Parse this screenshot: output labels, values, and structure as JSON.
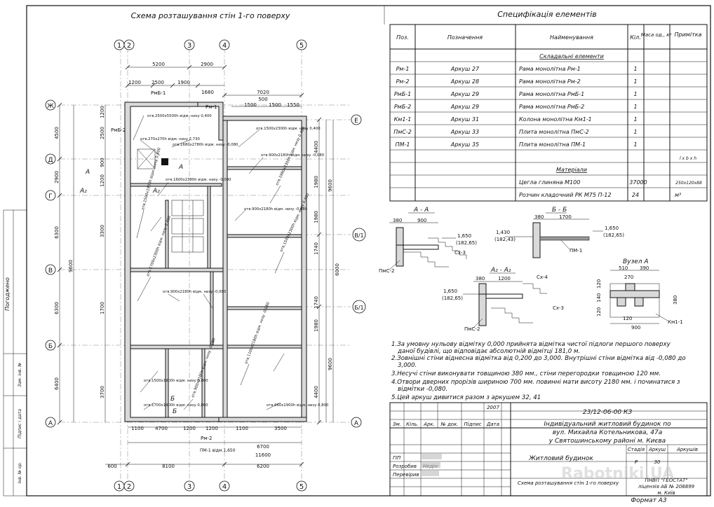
{
  "plan": {
    "title": "Схема розташування стін 1-го поверху",
    "axes_top": [
      "1",
      "2",
      "3",
      "4",
      "5"
    ],
    "axes_left": [
      "Ж",
      "Д",
      "Г",
      "В",
      "Б",
      "А"
    ],
    "axes_right": [
      "Е",
      "В/1",
      "Б/1",
      "А"
    ],
    "dims_top": [
      "5200",
      "2900",
      "1200",
      "2500",
      "1900",
      "1680",
      "7020",
      "500",
      "1500",
      "1500",
      "1550"
    ],
    "dims_bottom": [
      "600",
      "8100",
      "6200",
      "1100",
      "4700",
      "1200",
      "1200",
      "3500",
      "1100",
      "6700",
      "11600"
    ],
    "dims_left": [
      "4500",
      "2900",
      "6300",
      "6300",
      "6400",
      "9600",
      "1200",
      "2500",
      "1200",
      "900",
      "3300",
      "1700",
      "3700"
    ],
    "dims_right": [
      "4400",
      "9600",
      "6000",
      "1980",
      "1980",
      "1980",
      "1740",
      "1740",
      "4400",
      "9600"
    ],
    "openings": [
      "отв.2500х5500h відм. низу 0,400",
      "отв.270х270h відм. низу 2,730",
      "отв.1680х2780h відм. низу -0,080",
      "отв.1500х2300h відм. низу 0,400",
      "отв.900х2180h відм. низу -0,080",
      "отв.1600х2380h відм. низу -0,080",
      "отв.1980х2300h відм. низу 0,400",
      "отв.1500х1900h відм. низу 0,800",
      "отв.900х2180h відм. низу -0,080",
      "отв.1500х2300h відм. низу 0,400",
      "отв.1700х2300h відм. низу 0,400",
      "отв.900х2180h відм. низу -0,080",
      "отв.1500х1900h відм. низу 0,800",
      "отв.1700х1900h відм. низу 0,800",
      "отв.900х2180h відм. низу -0,080",
      "отв.1100х2180h відм. низу -0,080",
      "отв.660х1900h відм. низу 0,800"
    ],
    "marks": [
      "РмБ-1",
      "Рм-1",
      "РмБ-2",
      "Рм-2",
      "ПМ-1 відм.1,650",
      "A",
      "A",
      "A₂",
      "A₂",
      "Б",
      "Б"
    ]
  },
  "spec": {
    "title": "Специфікація елементів",
    "headers": [
      "Поз.",
      "Позначення",
      "Найменування",
      "Кіл.",
      "Маса од., кг",
      "Примітка"
    ],
    "section1": "Складальні елементи",
    "rows": [
      [
        "Рм-1",
        "Аркуш 27",
        "Рама монолітна Рм-1",
        "1"
      ],
      [
        "Рм-2",
        "Аркуш 28",
        "Рама монолітна Рм-2",
        "1"
      ],
      [
        "РмБ-1",
        "Аркуш 29",
        "Рама монолітна РмБ-1",
        "1"
      ],
      [
        "РмБ-2",
        "Аркуш 29",
        "Рама монолітна РмБ-2",
        "1"
      ],
      [
        "Км1-1",
        "Аркуш 31",
        "Колона монолітна Км1-1",
        "1"
      ],
      [
        "ПмС-2",
        "Аркуш 33",
        "Плита монолітна ПмС-2",
        "1"
      ],
      [
        "ПМ-1",
        "Аркуш 35",
        "Плита монолітна ПМ-1",
        "1"
      ]
    ],
    "lbh": "l x b x h",
    "section2": "Матеріали",
    "materials": [
      [
        "Цегла глиняна М100",
        "37000",
        "250х120х88"
      ],
      [
        "Розчин кладочний РК М75 П-12",
        "24",
        "м³"
      ]
    ]
  },
  "sections": {
    "aa": {
      "title": "А - А",
      "d1": "380",
      "d2": "900",
      "el": "1,650",
      "el2": "(182,65)",
      "m1": "Сх-3",
      "m2": "ПмС-2"
    },
    "bb": {
      "title": "Б - Б",
      "d1": "380",
      "d2": "1700",
      "el": "1,430",
      "el2": "(182,43)",
      "el3": "1,650",
      "el4": "(182,65)",
      "m1": "ПМ-1"
    },
    "a2": {
      "title": "А₂ - А₂",
      "d1": "380",
      "d2": "1200",
      "el": "1,650",
      "el2": "(182,65)",
      "m1": "Сх-4",
      "m2": "Сх-3",
      "m3": "ПмС-2"
    },
    "node": {
      "title": "Вузел А",
      "d1": "510",
      "d2": "390",
      "d3": "270",
      "d4": "120",
      "d5": "900",
      "d6": "120",
      "d7": "140",
      "d8": "120",
      "d9": "380",
      "m1": "Км1-1"
    }
  },
  "notes": [
    "1.За умовну нульову відмітку 0,000 прийнята відмітка чистої підлоги першого поверху",
    "даної будівлі, що відповідає абсолютній відмітці 181,0 м.",
    "2.Зовнішні стіни віднесна відмітка від 0,200 до 3,000. Внутрішні стіни відмітка від -0,080 до",
    "3,000.",
    "3.Несучі стіни виконувати товщиною 380 мм., стіни перегородки товщиною 120 мм.",
    "4.Отвори дверних прорізів шириною 700 мм. повинні мати висоту 2180 мм. і починатися з",
    "відмітки -0,080.",
    "5.Цей аркуш дивитися разом з аркушем 32, 41"
  ],
  "stamp": {
    "year": "2007",
    "code": "23/12-06-00 КЗ",
    "cols": [
      "Зм.",
      "Кіль.",
      "Арк.",
      "№ док.",
      "Підпис",
      "Дата"
    ],
    "project1": "Індивідуальний житловий будинок по",
    "project2": "вул. Михайла Котельникова, 47а",
    "project3": "у Святошинському районі м. Києва",
    "gip": "ГІП",
    "razrob": "Розробив",
    "razrob_name": "Недін",
    "perev": "Перевірив",
    "object": "Житловий будинок",
    "stadia_h": "Стадія",
    "arkush_h": "Аркуш",
    "arkushiv_h": "Аркушів",
    "stadia": "Р",
    "arkush": "30",
    "sheet_title": "Схема розташування стін 1-го поверху",
    "org1": "ПНВП \"ГЕОСТАТ\"",
    "org2": "ліцензія АБ № 208899",
    "org3": "м. Київ",
    "format": "Формат А3"
  },
  "side": {
    "pogodzheno": "Погоджено",
    "inv": "Інв. № ор.",
    "pidpys": "Підпис і дата",
    "zam": "Зам. інв. №"
  },
  "watermark": "Rabotniki.UA"
}
